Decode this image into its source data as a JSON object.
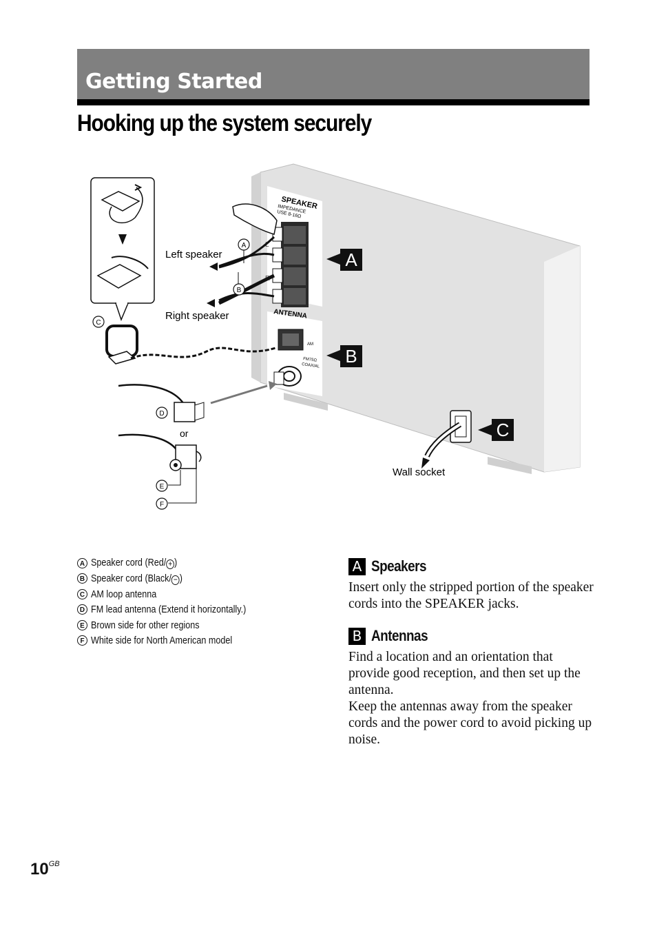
{
  "section_header": "Getting Started",
  "page_title": "Hooking up the system securely",
  "diagram": {
    "callouts": [
      "A",
      "B",
      "C"
    ],
    "labels": {
      "left_speaker": "Left speaker",
      "right_speaker": "Right speaker",
      "wall_socket": "Wall socket",
      "or": "or"
    },
    "panel_markings": {
      "speaker": "SPEAKER",
      "impedance_1": "IMPEDANCE",
      "impedance_2": "USE 8-16Ω",
      "antenna": "ANTENNA",
      "am": "AM",
      "fm_1": "FM75Ω",
      "fm_2": "COAXIAL",
      "l": "L",
      "r": "R"
    },
    "part_markers": [
      "A",
      "B",
      "C",
      "D",
      "E",
      "F"
    ]
  },
  "legend": [
    {
      "marker": "A",
      "text": "Speaker cord (Red/",
      "symbol": "+",
      "suffix": ")"
    },
    {
      "marker": "B",
      "text": "Speaker cord (Black/",
      "symbol": "−",
      "suffix": ")"
    },
    {
      "marker": "C",
      "text": "AM loop antenna"
    },
    {
      "marker": "D",
      "text": "FM lead antenna (Extend it horizontally.)"
    },
    {
      "marker": "E",
      "text": "Brown side for other regions"
    },
    {
      "marker": "F",
      "text": "White side for North American model"
    }
  ],
  "sections": [
    {
      "letter": "A",
      "title": "Speakers",
      "body": "Insert only the stripped portion of the speaker cords into the SPEAKER jacks."
    },
    {
      "letter": "B",
      "title": "Antennas",
      "body": "Find a location and an orientation that provide good reception, and then set up the antenna.",
      "body2": "Keep the antennas away from the speaker cords and the power cord to avoid picking up noise."
    }
  ],
  "page_number": "10",
  "page_suffix": "GB"
}
